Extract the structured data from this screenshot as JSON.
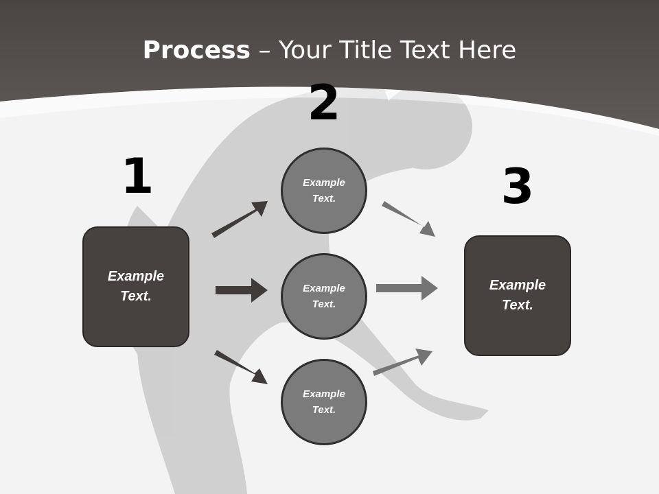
{
  "title": {
    "strong": "Process",
    "rest": " – Your Title Text Here"
  },
  "steps": {
    "one": "1",
    "two": "2",
    "three": "3"
  },
  "left_box": {
    "text": "Example Text."
  },
  "circles": [
    {
      "text": "Example Text."
    },
    {
      "text": "Example Text."
    },
    {
      "text": "Example Text."
    }
  ],
  "right_box": {
    "text": "Example Text."
  },
  "colors": {
    "header": "#55504d",
    "box_fill": "#47413f",
    "circle_fill": "#7b7b7b",
    "arrow_dark": "#403b39",
    "arrow_light": "#747474"
  }
}
